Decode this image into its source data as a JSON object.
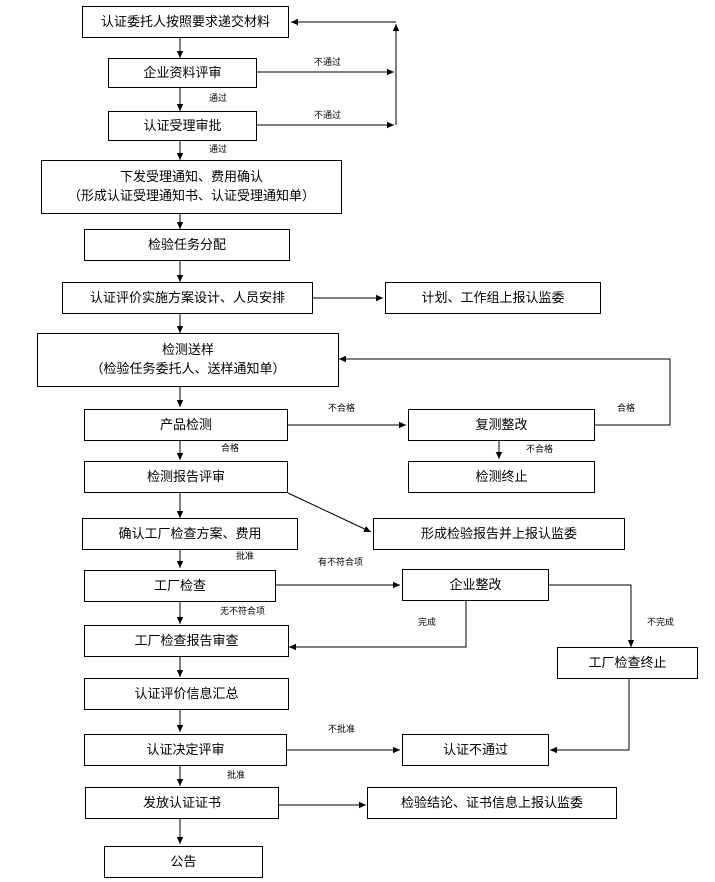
{
  "nodes": {
    "submit_materials": "认证委托人按照要求递交材料",
    "company_review": "企业资料评审",
    "acceptance_approval": "认证受理审批",
    "issue_notice_line1": "下发受理通知、费用确认",
    "issue_notice_line2": "（形成认证受理通知书、认证受理通知单）",
    "task_assign": "检验任务分配",
    "plan_design": "认证评价实施方案设计、人员安排",
    "report_plan": "计划、工作组上报认监委",
    "sampling_line1": "检测送样",
    "sampling_line2": "（检验任务委托人、送样通知单）",
    "product_test": "产品检测",
    "retest_rectify": "复测整改",
    "test_terminate": "检测终止",
    "test_report_review": "检测报告评审",
    "inspection_report_submit": "形成检验报告并上报认监委",
    "confirm_factory_plan": "确认工厂检查方案、费用",
    "factory_inspection": "工厂检查",
    "company_rectify": "企业整改",
    "factory_report_review": "工厂检查报告审查",
    "factory_terminate": "工厂检查终止",
    "info_summary": "认证评价信息汇总",
    "decision_review": "认证决定评审",
    "not_passed": "认证不通过",
    "issue_certificate": "发放认证证书",
    "report_conclusion": "检验结论、证书信息上报认监委",
    "announce": "公告"
  },
  "edge_labels": {
    "fail_1": "不通过",
    "pass_1": "通过",
    "fail_2": "不通过",
    "pass_2": "通过",
    "unqualified": "不合格",
    "qualified_retest": "合格",
    "qualified": "合格",
    "unqualified_terminate": "不合格",
    "approved_1": "批准",
    "has_nonconformity": "有不符合项",
    "no_nonconformity": "无不符合项",
    "completed": "完成",
    "not_completed": "不完成",
    "not_approved": "不批准",
    "approved_2": "批准"
  }
}
